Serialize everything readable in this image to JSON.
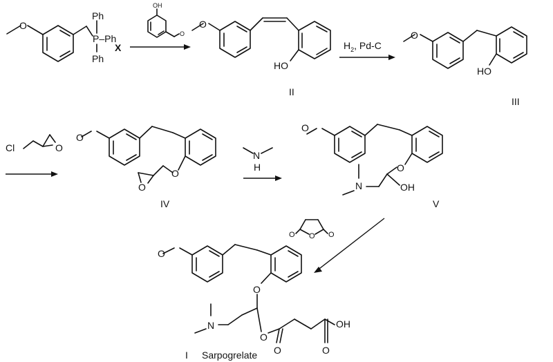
{
  "labels": {
    "ph_top": "Ph",
    "p_ph": "P–Ph",
    "ph_bottom": "Ph",
    "x": "X",
    "oh_aldehyde": "OH",
    "o_aldehyde": "O",
    "ho_ii": "HO",
    "ho_iii": "HO",
    "h2": "H",
    "h2_sub": "2",
    "pdc": ", Pd-C",
    "cl": "Cl",
    "o_epox_reagent": "O",
    "o_epox_iv": "O",
    "o_ether_iv": "O",
    "n_amine": "N",
    "h_amine": "H",
    "n_v": "N",
    "oh_v": "OH",
    "o_ether_v": "O",
    "o_anh1": "O",
    "o_anh2": "O",
    "o_anh3": "O",
    "o_ether_i": "O",
    "n_i": "N",
    "o_ester_i": "O",
    "o_carbonyl_i": "O",
    "o_acid_i": "O",
    "oh_acid_i": "OH"
  },
  "compounds": {
    "ii": "II",
    "iii": "III",
    "iv": "IV",
    "v": "V",
    "i": "I",
    "i_name": "Sarpogrelate"
  }
}
